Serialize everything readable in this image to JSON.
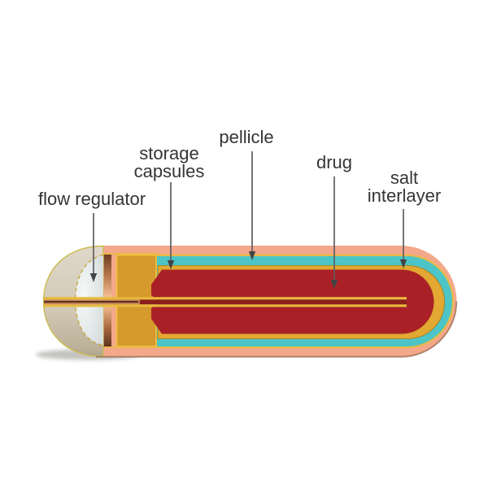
{
  "labels": {
    "flow_regulator": "flow regulator",
    "storage_capsules_line1": "storage",
    "storage_capsules_line2": "capsules",
    "pellicle": "pellicle",
    "drug": "drug",
    "salt_interlayer_line1": "salt",
    "salt_interlayer_line2": "interlayer"
  },
  "colors": {
    "background": "#ffffff",
    "label_text": "#353537",
    "leader_line": "#5d5d5f",
    "arrowhead": "#434345",
    "shell_salmon": "#F4A88A",
    "pellicle_teal": "#4DC5C6",
    "salt_gold": "#E2A831",
    "storage_mustard": "#D5992E",
    "drug_red": "#A92126",
    "channel_gold": "#E8BA3E",
    "channel_core_dark": "#8A1F1D",
    "channel_core_copper": "#C28258",
    "channel_core_line": "#4F2813",
    "cap_beige": "#D2C9B7",
    "lens_gray": "#E0E5E5",
    "gold_outline": "#F0C23F"
  }
}
